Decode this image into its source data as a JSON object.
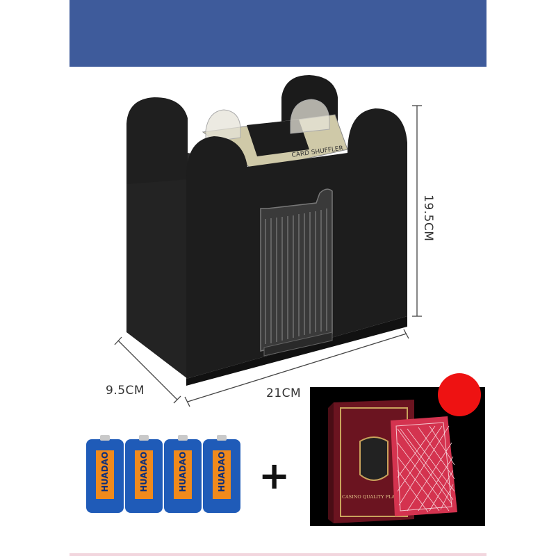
{
  "banner": {
    "color": "#3e5b9b"
  },
  "dimensions": {
    "depth_label": "9.5CM",
    "width_label": "21CM",
    "height_label": "19.5CM"
  },
  "shuffler": {
    "color": "#1b1b1b",
    "top_plate_label": "CARD SHUFFLER"
  },
  "accessories": {
    "plus_sign": "+",
    "battery_brand": "HUADAO",
    "battery_count": 4,
    "card_box_label": "CASINO QUALITY PLAYING CARDS",
    "card_back_color": "#d4334f",
    "badge_color": "#ee1212"
  }
}
